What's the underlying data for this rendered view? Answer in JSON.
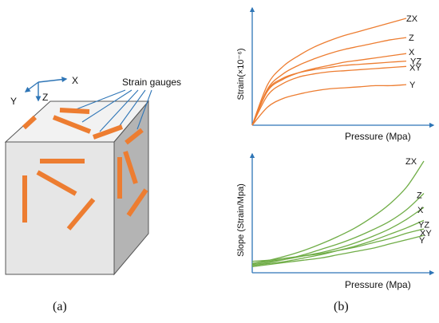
{
  "panel_a": {
    "axes": {
      "x": "X",
      "y": "Y",
      "z": "Z"
    },
    "callout": "Strain gauges",
    "caption": "(a)",
    "colors": {
      "gauge": "#ED7D31",
      "cube_front": "#E6E6E6",
      "cube_top": "#F2F2F2",
      "cube_side": "#B4B4B4",
      "leader": "#2E75B6"
    }
  },
  "panel_b": {
    "caption": "(b)",
    "colors": {
      "strain": "#ED7D31",
      "slope": "#70AD47",
      "axis": "#2E75B6"
    }
  },
  "chart_data": [
    {
      "type": "line",
      "title": "",
      "xlabel": "Pressure (Mpa)",
      "ylabel": "Strain(×10⁻⁶)",
      "xlim": [
        0,
        1
      ],
      "ylim": [
        0,
        1
      ],
      "x": [
        0,
        0.1,
        0.2,
        0.3,
        0.4,
        0.5,
        0.6,
        0.7,
        0.8,
        0.9,
        1.0
      ],
      "series": [
        {
          "name": "ZX",
          "values": [
            0,
            0.38,
            0.55,
            0.65,
            0.73,
            0.79,
            0.84,
            0.88,
            0.92,
            0.96,
            1.0
          ]
        },
        {
          "name": "Z",
          "values": [
            0,
            0.34,
            0.48,
            0.56,
            0.62,
            0.67,
            0.71,
            0.74,
            0.77,
            0.8,
            0.82
          ]
        },
        {
          "name": "X",
          "values": [
            0,
            0.32,
            0.43,
            0.49,
            0.53,
            0.56,
            0.59,
            0.61,
            0.63,
            0.65,
            0.67
          ]
        },
        {
          "name": "YZ",
          "values": [
            0,
            0.33,
            0.44,
            0.49,
            0.52,
            0.54,
            0.56,
            0.57,
            0.58,
            0.59,
            0.6
          ]
        },
        {
          "name": "XY",
          "values": [
            0,
            0.28,
            0.39,
            0.45,
            0.48,
            0.5,
            0.51,
            0.52,
            0.53,
            0.54,
            0.55
          ]
        },
        {
          "name": "Y",
          "values": [
            0,
            0.17,
            0.25,
            0.29,
            0.32,
            0.34,
            0.35,
            0.36,
            0.37,
            0.37,
            0.38
          ]
        }
      ]
    },
    {
      "type": "line",
      "title": "",
      "xlabel": "Pressure (Mpa)",
      "ylabel": "Slope (Strain/Mpa)",
      "xlim": [
        0,
        1
      ],
      "ylim": [
        0,
        1
      ],
      "x": [
        0,
        0.1,
        0.2,
        0.3,
        0.4,
        0.5,
        0.6,
        0.7,
        0.8,
        0.9,
        1.0
      ],
      "series": [
        {
          "name": "ZX",
          "values": [
            0.05,
            0.08,
            0.12,
            0.17,
            0.23,
            0.3,
            0.38,
            0.48,
            0.6,
            0.76,
            1.0
          ]
        },
        {
          "name": "Z",
          "values": [
            0.04,
            0.06,
            0.09,
            0.13,
            0.18,
            0.23,
            0.29,
            0.36,
            0.44,
            0.55,
            0.7
          ]
        },
        {
          "name": "X",
          "values": [
            0.05,
            0.07,
            0.09,
            0.12,
            0.15,
            0.19,
            0.24,
            0.3,
            0.37,
            0.46,
            0.57
          ]
        },
        {
          "name": "YZ",
          "values": [
            0.03,
            0.05,
            0.07,
            0.1,
            0.13,
            0.17,
            0.21,
            0.26,
            0.32,
            0.38,
            0.45
          ]
        },
        {
          "name": "XY",
          "values": [
            0.07,
            0.08,
            0.1,
            0.12,
            0.14,
            0.17,
            0.2,
            0.24,
            0.28,
            0.33,
            0.37
          ]
        },
        {
          "name": "Y",
          "values": [
            0.02,
            0.04,
            0.06,
            0.08,
            0.1,
            0.13,
            0.16,
            0.19,
            0.23,
            0.27,
            0.31
          ]
        }
      ]
    }
  ]
}
